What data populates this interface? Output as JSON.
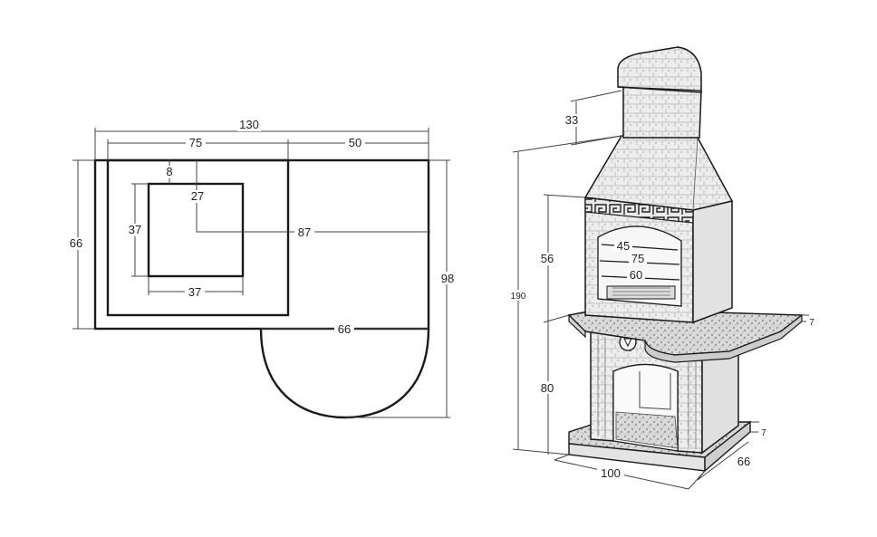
{
  "plan_view": {
    "dims": {
      "total_width": "130",
      "inner_width": "75",
      "right_width": "50",
      "offset_top": "8",
      "offset_mid": "27",
      "depth": "87",
      "left_height": "66",
      "inner_height": "37",
      "inner_width_bottom": "37",
      "right_height": "98",
      "arc_width": "66"
    }
  },
  "elevation_view": {
    "dims": {
      "chimney_top": "33",
      "total_height": "190",
      "firebox_height": "56",
      "base_height": "80",
      "width_45": "45",
      "width_75": "75",
      "width_60": "60",
      "counter_thickness": "7",
      "base_thickness": "7",
      "front_width": "100",
      "side_depth": "66"
    }
  },
  "colors": {
    "line": "#1a1a1a",
    "fill_stone": "#e6e6e6",
    "fill_granite": "#cfcfcf"
  }
}
